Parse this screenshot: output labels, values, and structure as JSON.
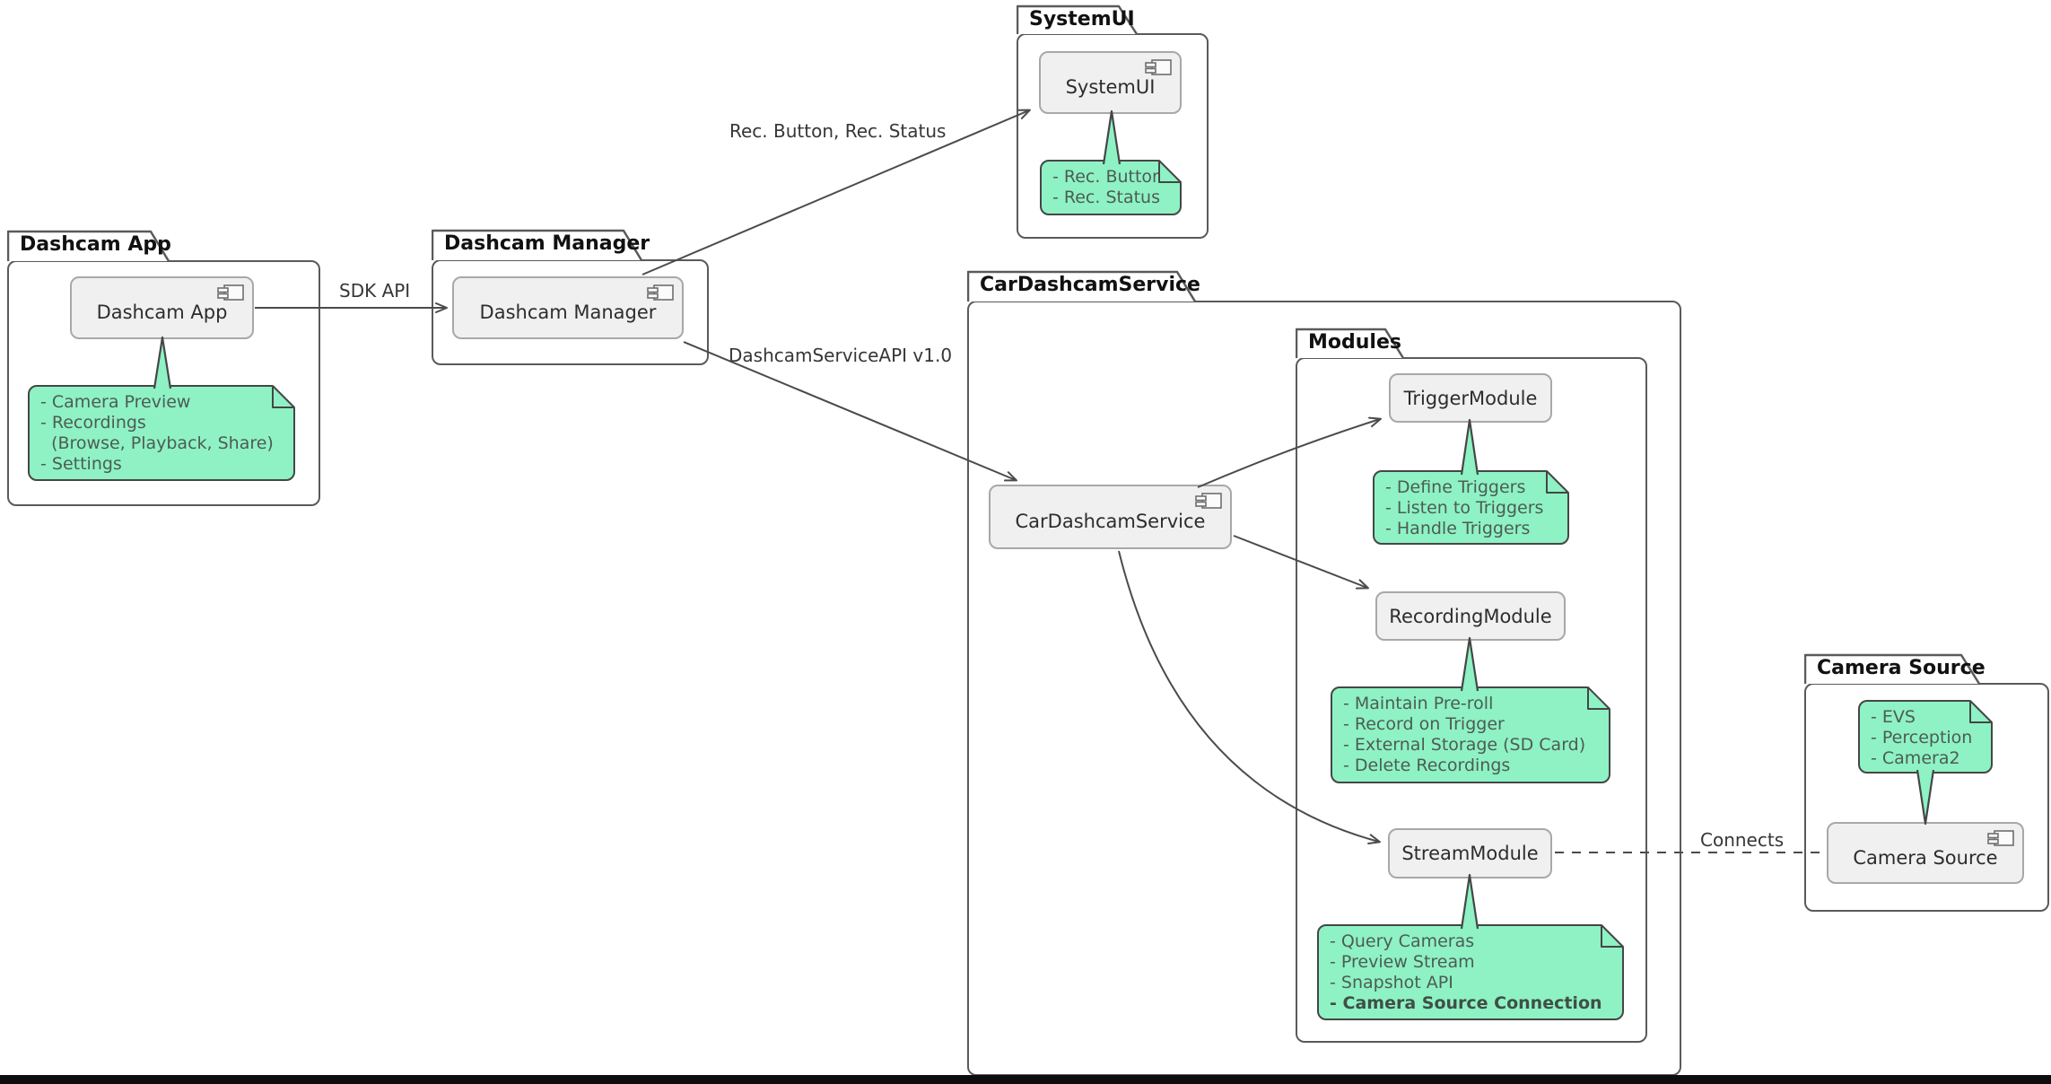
{
  "packages": {
    "dashcam_app": {
      "label": "Dashcam App"
    },
    "dashcam_manager": {
      "label": "Dashcam Manager"
    },
    "system_ui": {
      "label": "SystemUI"
    },
    "car_dashcam_service": {
      "label": "CarDashcamService"
    },
    "modules": {
      "label": "Modules"
    },
    "camera_source": {
      "label": "Camera Source"
    }
  },
  "components": {
    "dashcam_app": "Dashcam App",
    "dashcam_manager": "Dashcam Manager",
    "system_ui": "SystemUI",
    "car_dashcam_service": "CarDashcamService",
    "trigger_module": "TriggerModule",
    "recording_module": "RecordingModule",
    "stream_module": "StreamModule",
    "camera_source": "Camera Source"
  },
  "notes": {
    "dashcam_app": {
      "lines": [
        "- Camera Preview",
        "- Recordings",
        "  (Browse, Playback, Share)",
        "- Settings"
      ]
    },
    "system_ui": {
      "lines": [
        "- Rec. Button",
        "- Rec. Status"
      ]
    },
    "trigger_module": {
      "lines": [
        "- Define Triggers",
        "- Listen to Triggers",
        "- Handle Triggers"
      ]
    },
    "recording_module": {
      "lines": [
        "- Maintain Pre-roll",
        "- Record on Trigger",
        "- External Storage (SD Card)",
        "- Delete Recordings"
      ]
    },
    "stream_module": {
      "lines": [
        "- Query Cameras",
        "- Preview Stream",
        "- Snapshot API"
      ],
      "bold_line": "- Camera Source Connection"
    },
    "camera_source": {
      "lines": [
        "- EVS",
        "- Perception",
        "- Camera2"
      ]
    }
  },
  "edges": {
    "sdk_api": "SDK API",
    "rec_button_status": "Rec. Button, Rec. Status",
    "dashcam_service_api": "DashcamServiceAPI v1.0",
    "connects": "Connects"
  },
  "colors": {
    "note_fill": "#8ef2c4",
    "note_border": "#454645",
    "component_fill": "#f0f0f0",
    "component_border": "#a8a8a8",
    "package_border": "#5a5a5a",
    "connector": "#4a4b4a",
    "bottom_bar": "#0d0d10"
  }
}
